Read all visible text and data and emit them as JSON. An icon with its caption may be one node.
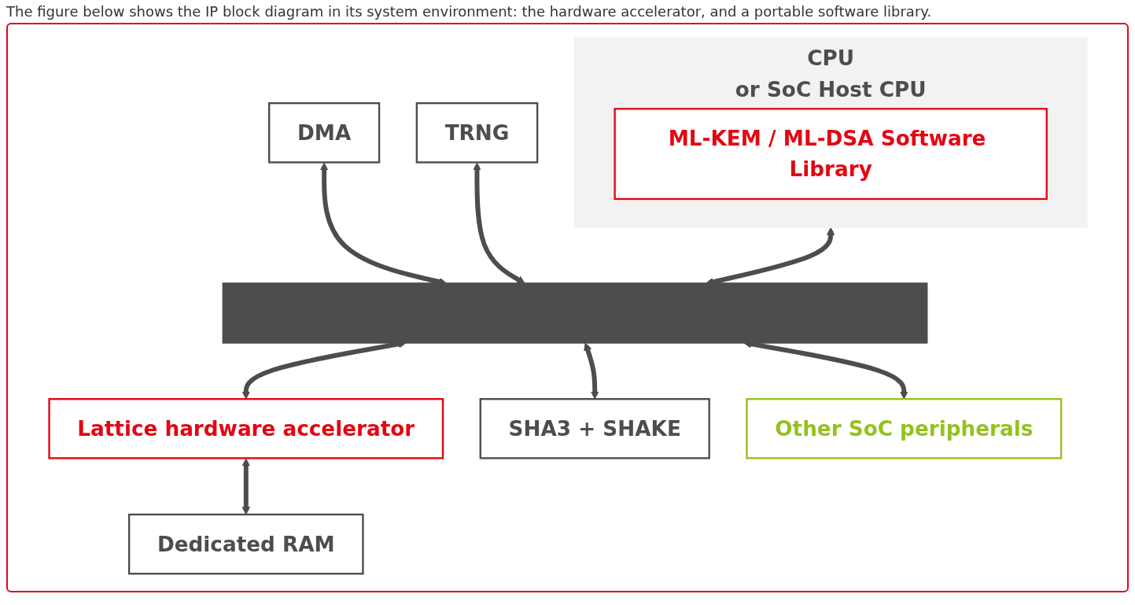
{
  "diagram": {
    "title": "The figure below shows the IP block diagram in its system environment: the hardware accelerator, and a portable software library.",
    "nodes": [
      {
        "text": [
          "CPU",
          "or SoC Host CPU"
        ]
      },
      {
        "text": [
          "ML-KEM / ML-DSA Software Library"
        ],
        "in": 0
      },
      {
        "text": [
          "DMA"
        ]
      },
      {
        "text": [
          "TRNG"
        ]
      },
      {
        "text": [],
        "shape": "bar"
      },
      {
        "text": [
          "Lattice hardware accelerator"
        ]
      },
      {
        "text": [
          "SHA3 + SHAKE"
        ]
      },
      {
        "text": [
          "Other SoC peripherals"
        ]
      },
      {
        "text": [
          "Dedicated RAM"
        ]
      }
    ],
    "edges": [
      {
        "from": 2,
        "to": 4,
        "arrow": "both"
      },
      {
        "from": 0,
        "to": 4,
        "arrow": "both"
      },
      {
        "from": 3,
        "to": 4,
        "arrow": "both"
      },
      {
        "from": 4,
        "to": 5,
        "arrow": "both"
      },
      {
        "from": 4,
        "to": 6,
        "arrow": "both"
      },
      {
        "from": 4,
        "to": 7,
        "arrow": "both"
      },
      {
        "from": 5,
        "to": 8,
        "arrow": "both"
      }
    ]
  }
}
